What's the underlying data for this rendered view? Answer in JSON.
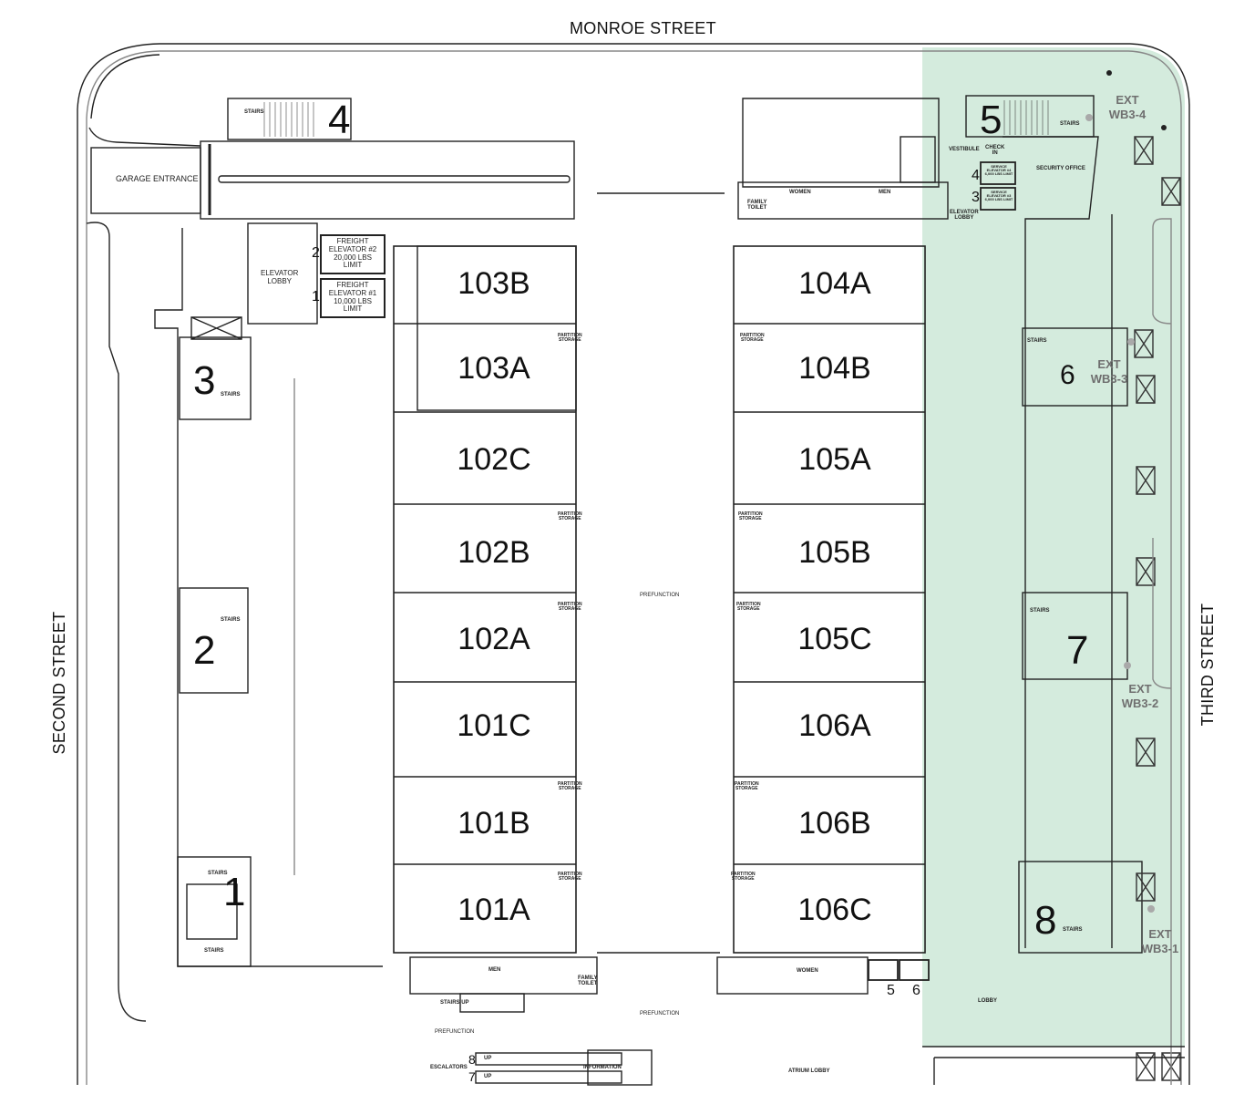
{
  "colors": {
    "wall": "#222222",
    "secondary_wall": "#9a9a9a",
    "highlight_zone": "#d4ebdd",
    "ext_label": "#6f6f6f",
    "ext_marker": "#a9a9a9"
  },
  "streets": {
    "north": "MONROE STREET",
    "west": "SECOND STREET",
    "east": "THIRD STREET"
  },
  "meeting_rooms": [
    {
      "id": "103B"
    },
    {
      "id": "103A"
    },
    {
      "id": "102C"
    },
    {
      "id": "102B"
    },
    {
      "id": "102A"
    },
    {
      "id": "101C"
    },
    {
      "id": "101B"
    },
    {
      "id": "101A"
    },
    {
      "id": "104A"
    },
    {
      "id": "104B"
    },
    {
      "id": "105A"
    },
    {
      "id": "105B"
    },
    {
      "id": "105C"
    },
    {
      "id": "106A"
    },
    {
      "id": "106B"
    },
    {
      "id": "106C"
    }
  ],
  "stairwells": [
    {
      "number": "1",
      "label": "STAIRS"
    },
    {
      "number": "2",
      "label": "STAIRS"
    },
    {
      "number": "3",
      "label": "STAIRS"
    },
    {
      "number": "4",
      "label": "STAIRS"
    },
    {
      "number": "5",
      "label": "STAIRS"
    },
    {
      "number": "6",
      "label": "STAIRS"
    },
    {
      "number": "7",
      "label": "STAIRS"
    },
    {
      "number": "8",
      "label": "STAIRS"
    }
  ],
  "exits": [
    {
      "line1": "EXT",
      "line2": "WB3-4"
    },
    {
      "line1": "EXT",
      "line2": "WB3-3"
    },
    {
      "line1": "EXT",
      "line2": "WB3-2"
    },
    {
      "line1": "EXT",
      "line2": "WB3-1"
    }
  ],
  "freight_elevators": [
    {
      "number": "2",
      "lines": [
        "FREIGHT",
        "ELEVATOR #2",
        "20,000 LBS",
        "LIMIT"
      ]
    },
    {
      "number": "1",
      "lines": [
        "FREIGHT",
        "ELEVATOR #1",
        "10,000 LBS",
        "LIMIT"
      ]
    }
  ],
  "service_elevators": [
    {
      "number": "4",
      "text": "SERVICE ELEVATOR #4 6,000 LBS LIMIT"
    },
    {
      "number": "3",
      "text": "SERVICE ELEVATOR #3 6,000 LBS LIMIT"
    }
  ],
  "passenger_elevators": [
    {
      "number": "5"
    },
    {
      "number": "6"
    }
  ],
  "escalators": [
    {
      "number": "8",
      "direction": "UP"
    },
    {
      "number": "7",
      "direction": "UP"
    }
  ],
  "areas": {
    "garage_entrance": "GARAGE ENTRANCE",
    "elevator_lobby_west": [
      "ELEVATOR",
      "LOBBY"
    ],
    "elevator_lobby_east": [
      "ELEVATOR",
      "LOBBY"
    ],
    "vestibule": "VESTIBULE",
    "check_in": [
      "CHECK",
      "IN"
    ],
    "security_office": "SECURITY OFFICE",
    "partition_storage": [
      "PARTITION",
      "STORAGE"
    ],
    "prefunction": "PREFUNCTION",
    "women": "WOMEN",
    "men": "MEN",
    "family_toilet": [
      "FAMILY",
      "TOILET"
    ],
    "stairs_up": "STAIRS UP",
    "escalators": "ESCALATORS",
    "information": "INFORMATION",
    "atrium_lobby": "ATRIUM LOBBY",
    "lobby": "LOBBY"
  }
}
